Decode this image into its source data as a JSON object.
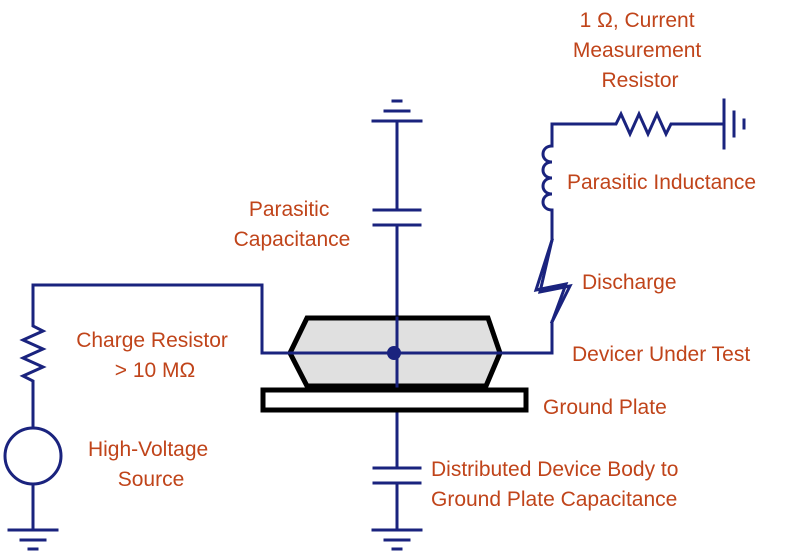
{
  "labels": {
    "current_resistor": [
      "1 Ω, Current",
      "Measurement",
      "Resistor"
    ],
    "parasitic_inductance": "Parasitic Inductance",
    "parasitic_capacitance": [
      "Parasitic",
      "Capacitance"
    ],
    "discharge": "Discharge",
    "charge_resistor": [
      "Charge Resistor",
      "> 10 MΩ"
    ],
    "device_under_test": "Devicer Under Test",
    "ground_plate": "Ground Plate",
    "hv_source": [
      "High-Voltage",
      "Source"
    ],
    "body_capacitance": [
      "Distributed Device Body to",
      "Ground Plate Capacitance"
    ]
  },
  "colors": {
    "wire": "#1a237e",
    "label": "#c0441a",
    "device_fill": "#e0e0e0"
  }
}
